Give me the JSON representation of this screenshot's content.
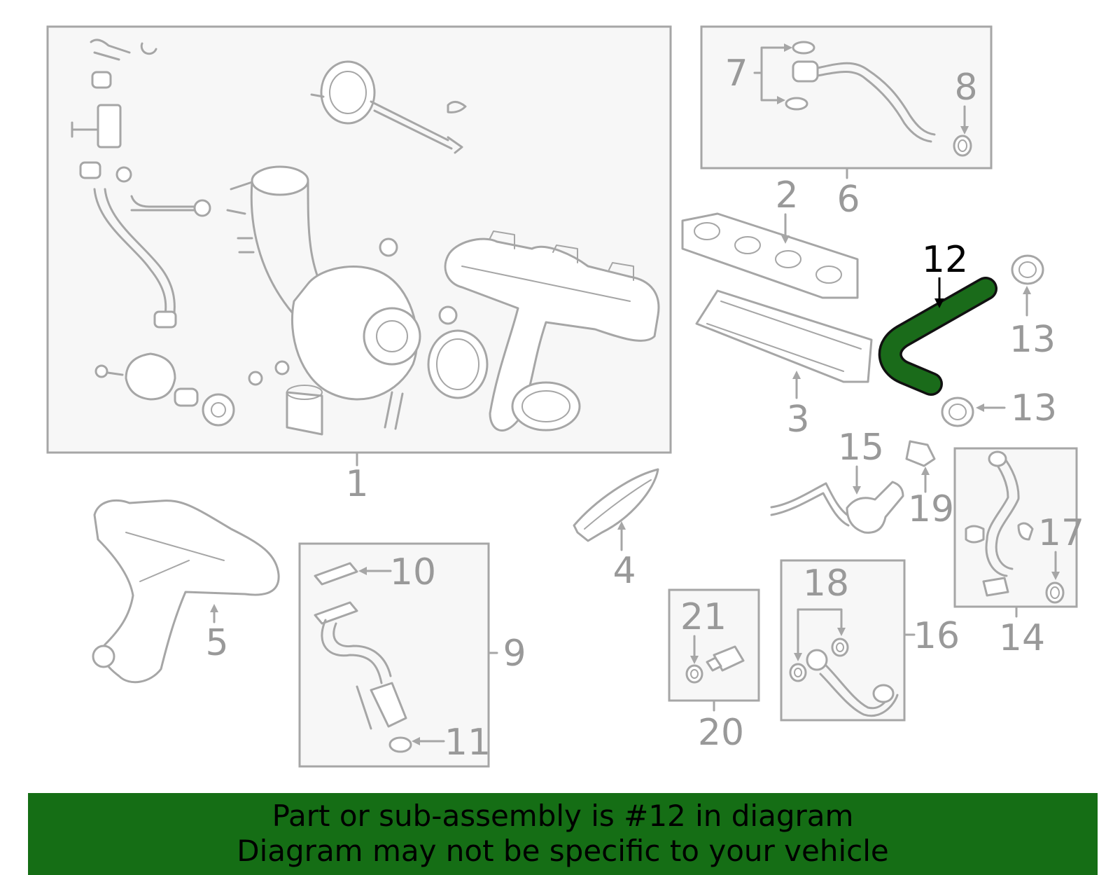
{
  "colors": {
    "line": "#a6a6a6",
    "label": "#999999",
    "highlight_part": "#1a6b1a",
    "highlight_label": "#000000",
    "banner": "#156e15"
  },
  "callouts": {
    "c1": "1",
    "c2": "2",
    "c3": "3",
    "c4": "4",
    "c5": "5",
    "c6": "6",
    "c7": "7",
    "c8": "8",
    "c9": "9",
    "c10": "10",
    "c11": "11",
    "c12": "12",
    "c13a": "13",
    "c13b": "13",
    "c14": "14",
    "c15": "15",
    "c16": "16",
    "c17": "17",
    "c18": "18",
    "c19": "19",
    "c20": "20",
    "c21": "21"
  },
  "highlighted_part": "12",
  "banner": {
    "line1": "Part or sub-assembly is #12 in diagram",
    "line2": "Diagram may not be specific to your vehicle"
  }
}
